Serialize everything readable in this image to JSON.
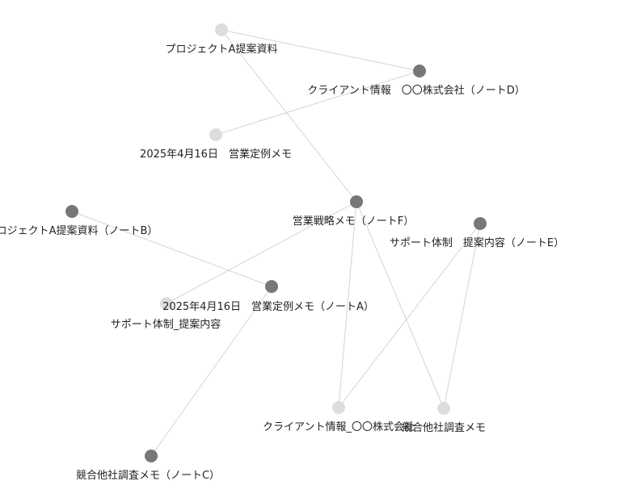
{
  "graph": {
    "colors": {
      "note_node": "#777777",
      "orphan_node": "#dddddd",
      "edge": "#d4d4d4",
      "label": "#222222"
    },
    "nodes": [
      {
        "id": "proj-a-orphan",
        "kind": "orphan",
        "label": "プロジェクトA提案資料"
      },
      {
        "id": "note-d",
        "kind": "note",
        "label": "クライアント情報　〇〇株式会社（ノートD）"
      },
      {
        "id": "meeting-orphan",
        "kind": "orphan",
        "label": "2025年4月16日　営業定例メモ"
      },
      {
        "id": "note-b",
        "kind": "note",
        "label": "プロジェクトA提案資料（ノートB）"
      },
      {
        "id": "note-f",
        "kind": "note",
        "label": "営業戦略メモ（ノートF）"
      },
      {
        "id": "note-e",
        "kind": "note",
        "label": "サポート体制　提案内容（ノートE）"
      },
      {
        "id": "note-a",
        "kind": "note",
        "label": "2025年4月16日　営業定例メモ（ノートA）"
      },
      {
        "id": "support-orphan",
        "kind": "orphan",
        "label": "サポート体制_提案内容"
      },
      {
        "id": "client-orphan",
        "kind": "orphan",
        "label": "クライアント情報_〇〇株式会社"
      },
      {
        "id": "competitor-orphan",
        "kind": "orphan",
        "label": "競合他社調査メモ"
      },
      {
        "id": "note-c",
        "kind": "note",
        "label": "競合他社調査メモ（ノートC）"
      }
    ],
    "edges": [
      [
        "proj-a-orphan",
        "note-d"
      ],
      [
        "proj-a-orphan",
        "note-f"
      ],
      [
        "note-d",
        "meeting-orphan"
      ],
      [
        "note-b",
        "note-a"
      ],
      [
        "note-f",
        "support-orphan"
      ],
      [
        "note-f",
        "client-orphan"
      ],
      [
        "note-f",
        "competitor-orphan"
      ],
      [
        "note-e",
        "client-orphan"
      ],
      [
        "note-e",
        "competitor-orphan"
      ],
      [
        "note-a",
        "note-c"
      ]
    ]
  }
}
